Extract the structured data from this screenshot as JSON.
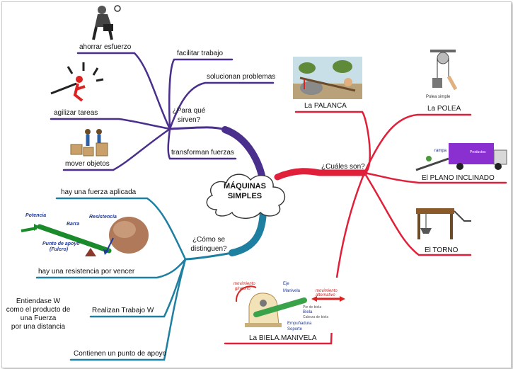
{
  "center": {
    "line1": "MÁQUINAS",
    "line2": "SIMPLES"
  },
  "colors": {
    "purple": "#4a2f8c",
    "red": "#e0203a",
    "teal": "#1e7fa0"
  },
  "purpose_branch": {
    "title_line1": "¿Para qué",
    "title_line2": "sirven?",
    "items": [
      "facilitar trabajo",
      "solucionan problemas",
      "transforman fuerzas",
      "ahorrar esfuerzo",
      "agilizar tareas",
      "mover objetos"
    ]
  },
  "types_branch": {
    "title": "¿Cuáles son?",
    "items": [
      "La PALANCA",
      "La POLEA",
      "El PLANO INCLINADO",
      "El TORNO",
      "La BIELA.MANIVELA"
    ]
  },
  "distinguish_branch": {
    "title_line1": "¿Cómo se",
    "title_line2": "distinguen?",
    "items": [
      "hay una fuerza aplicada",
      "hay una resistencia por vencer",
      "Realizan Trabajo W",
      "Contienen un punto de apoyo"
    ],
    "note": [
      "Entiendase W",
      "como el producto de",
      "una Fuerza",
      "por una distancia"
    ]
  },
  "lever_diagram": {
    "potencia": "Potencia",
    "barra": "Barra",
    "resistencia": "Resistencia",
    "fulcro1": "Punto de apoyo",
    "fulcro2": "(Fulcro)"
  },
  "pulley_image": {
    "caption": "Polea simple"
  },
  "incline_image": {
    "rampa": "rampa",
    "truck": "Productos"
  },
  "crank_diagram": {
    "mov_giratorio1": "movimiento",
    "mov_giratorio2": "giratorio",
    "mov_alternativo1": "movimiento",
    "mov_alternativo2": "alternativo",
    "eje": "Eje",
    "manivela": "Manivela",
    "pie_biela": "Pie de biela",
    "biela": "Biela",
    "cabeza_biela": "Cabeza de biela",
    "empunadura": "Empuñadura",
    "soporte": "Soporte"
  }
}
